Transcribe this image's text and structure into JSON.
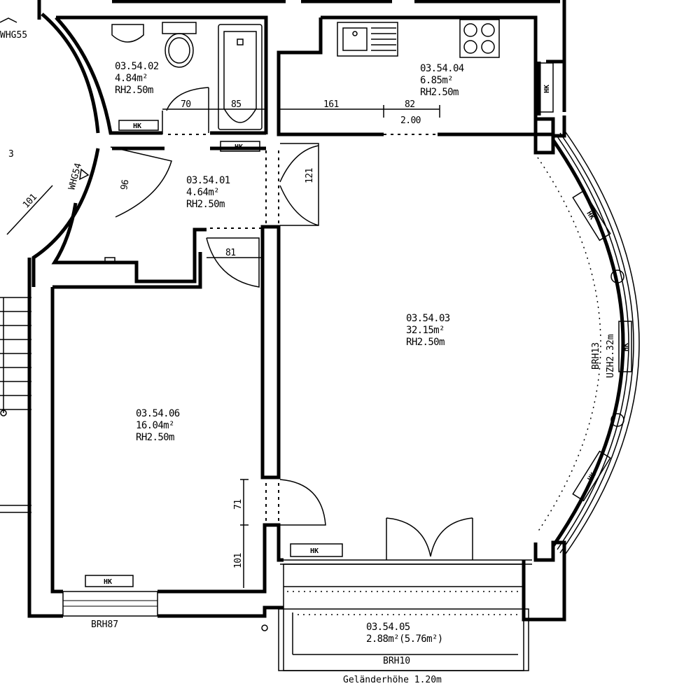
{
  "rooms": [
    {
      "id": "03.54.02",
      "area": "4.84m²",
      "height": "RH2.50m"
    },
    {
      "id": "03.54.04",
      "area": "6.85m²",
      "height": "RH2.50m"
    },
    {
      "id": "03.54.01",
      "area": "4.64m²",
      "height": "RH2.50m"
    },
    {
      "id": "03.54.03",
      "area": "32.15m²",
      "height": "RH2.50m"
    },
    {
      "id": "03.54.06",
      "area": "16.04m²",
      "height": "RH2.50m"
    },
    {
      "id": "03.54.05",
      "area": "2.88m²(5.76m²)",
      "height": ""
    }
  ],
  "dimensions": {
    "d70": "70",
    "d85": "85",
    "d161": "161",
    "d82": "82",
    "d200": "2.00",
    "d121": "121",
    "d81": "81",
    "d96": "96",
    "d101_left": "101",
    "d71": "71",
    "d101_bottom": "101"
  },
  "labels": {
    "whg55": "WHG55",
    "whg54": "WHG54",
    "num3": "3",
    "brh13": "BRH13",
    "uzh": "UZH2.32m",
    "brh87": "BRH87",
    "brh10": "BRH10",
    "railing": "Geländerhöhe  1.20m",
    "hk": "HK"
  }
}
